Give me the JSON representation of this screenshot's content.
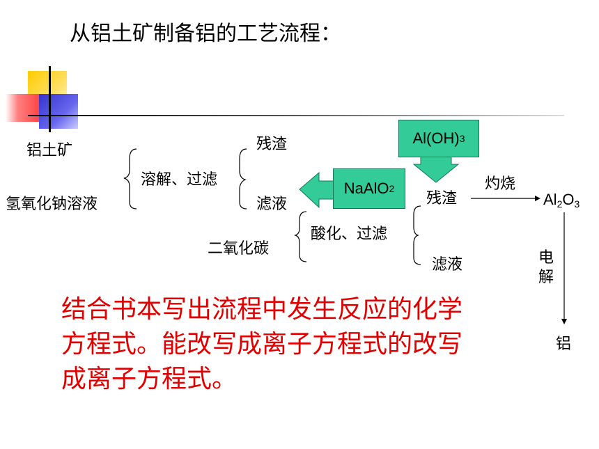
{
  "title": "从铝土矿制备铝的工艺流程：",
  "inputs": {
    "ore": "铝土矿",
    "naoh": "氢氧化钠溶液",
    "co2": "二氧化碳"
  },
  "steps": {
    "dissolve_filter": "溶解、过滤",
    "acidify_filter": "酸化、过滤",
    "calcine": "灼烧",
    "electrolysis": [
      "电",
      "解"
    ]
  },
  "products": {
    "residue1": "残渣",
    "filtrate1": "滤液",
    "residue2": "残渣",
    "filtrate2": "滤液",
    "alumina": {
      "main": "Al",
      "sub1": "2",
      "mid": "O",
      "sub2": "3"
    },
    "aluminum": "铝"
  },
  "callouts": {
    "naalo2": {
      "main": "NaAlO",
      "sub": "2"
    },
    "aloh3": {
      "main": "Al(OH)",
      "sub": "3"
    }
  },
  "note": "结合书本写出流程中发生反应的化学方程式。能改写成离子方程式的改写成离子方程式。",
  "colors": {
    "callout_fill": "#33cc99",
    "note": "#e00000",
    "square_yellow": "#ffcc00",
    "square_red": "#ff3333",
    "square_blue": "#3333cc"
  }
}
